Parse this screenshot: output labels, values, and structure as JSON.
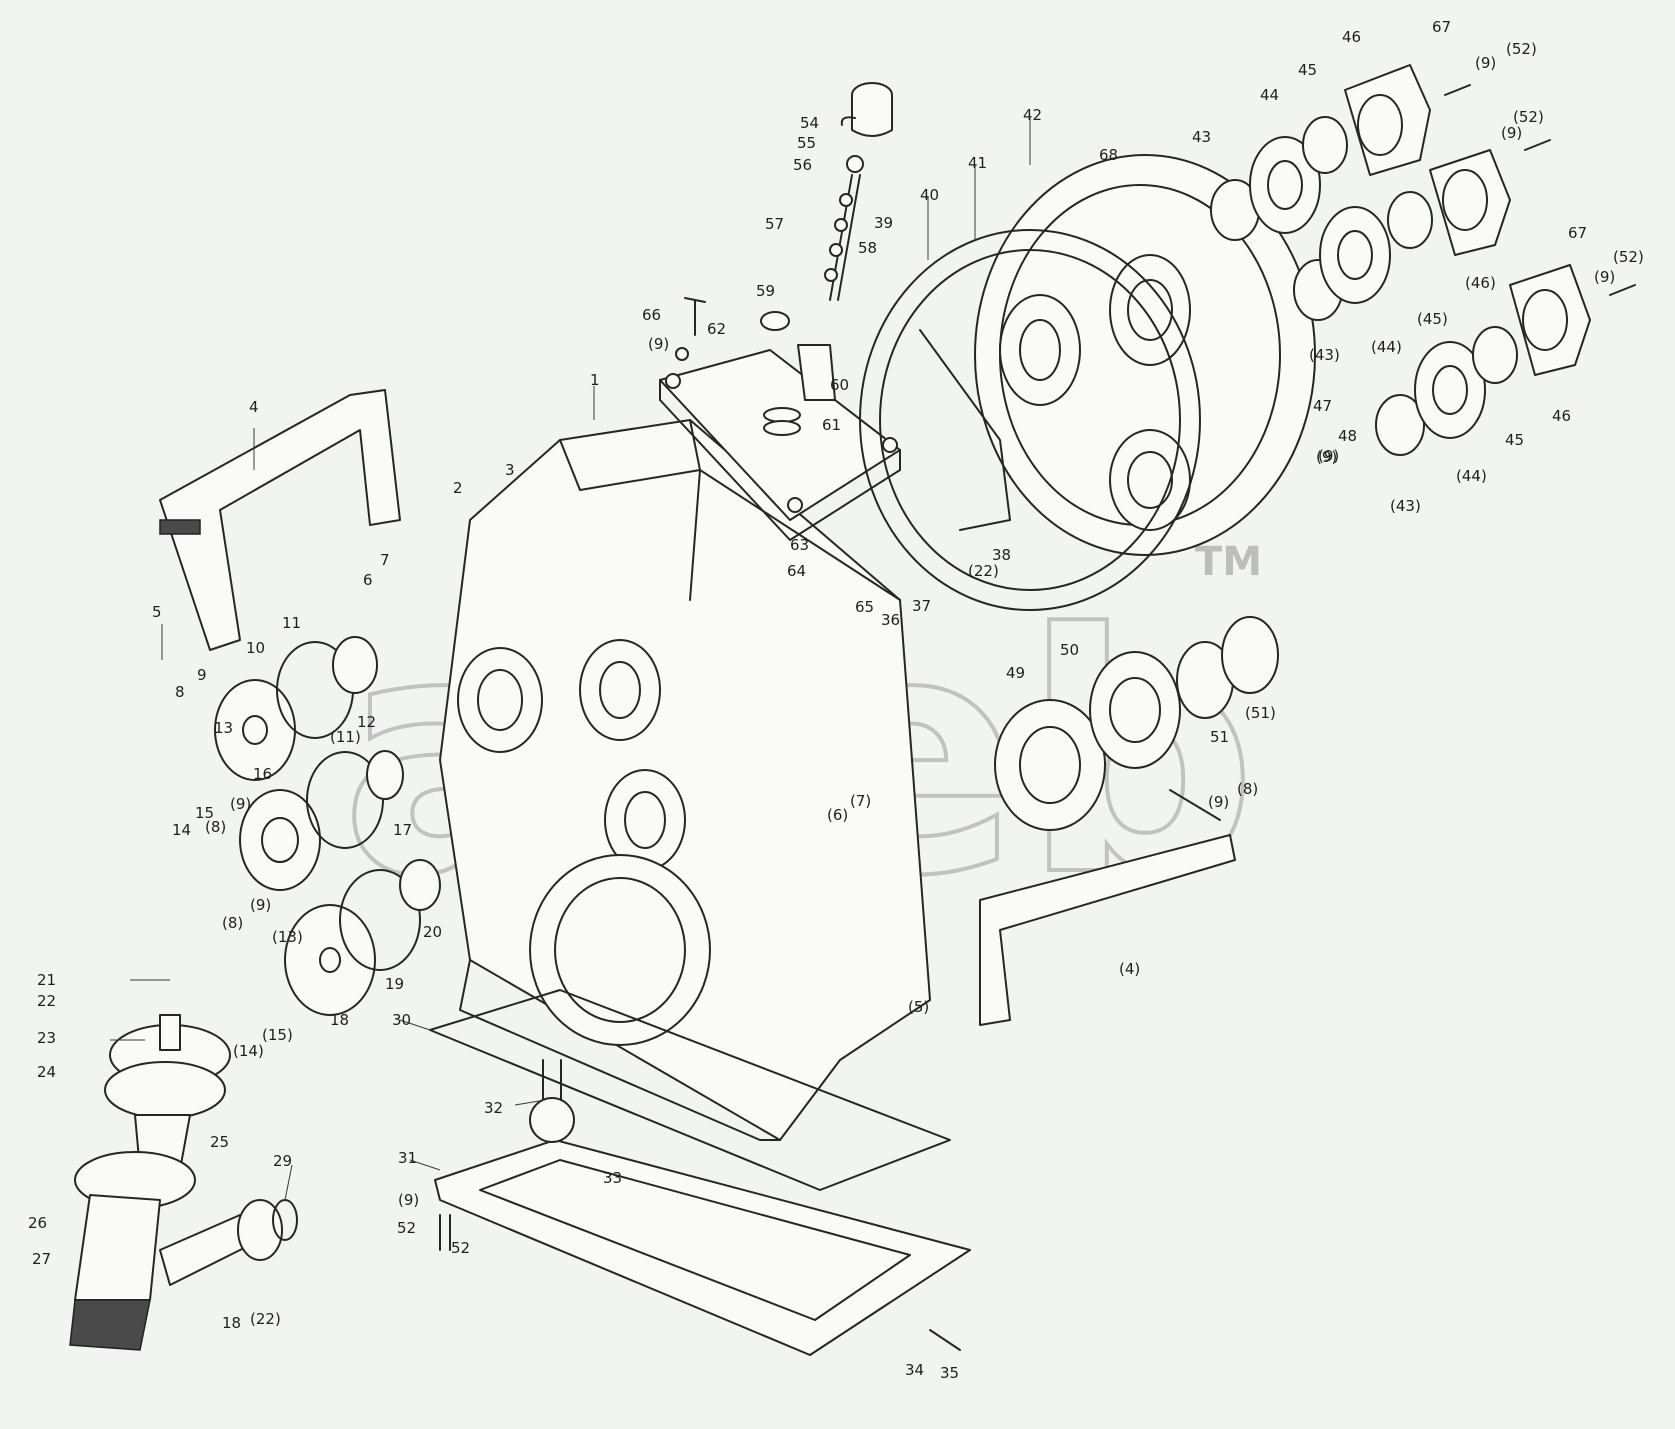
{
  "watermark": {
    "text": "aneb",
    "mark": "TM"
  },
  "part_labels": [
    {
      "id": "l-1",
      "text": "1"
    },
    {
      "id": "l-2",
      "text": "2"
    },
    {
      "id": "l-3",
      "text": "3"
    },
    {
      "id": "l-4",
      "text": "4"
    },
    {
      "id": "l-5",
      "text": "5"
    },
    {
      "id": "l-6",
      "text": "6"
    },
    {
      "id": "l-7",
      "text": "7"
    },
    {
      "id": "l-8",
      "text": "8"
    },
    {
      "id": "l-9",
      "text": "9"
    },
    {
      "id": "l-10",
      "text": "10"
    },
    {
      "id": "l-11",
      "text": "11"
    },
    {
      "id": "l-12",
      "text": "12"
    },
    {
      "id": "l-13",
      "text": "13"
    },
    {
      "id": "l-14",
      "text": "14"
    },
    {
      "id": "l-15",
      "text": "15"
    },
    {
      "id": "l-16",
      "text": "16"
    },
    {
      "id": "l-17",
      "text": "17"
    },
    {
      "id": "l-18",
      "text": "18"
    },
    {
      "id": "l-19",
      "text": "19"
    },
    {
      "id": "l-20",
      "text": "20"
    },
    {
      "id": "l-21",
      "text": "21"
    },
    {
      "id": "l-22",
      "text": "22"
    },
    {
      "id": "l-23",
      "text": "23"
    },
    {
      "id": "l-24",
      "text": "24"
    },
    {
      "id": "l-25",
      "text": "25"
    },
    {
      "id": "l-26",
      "text": "26"
    },
    {
      "id": "l-27",
      "text": "27"
    },
    {
      "id": "l-29",
      "text": "29"
    },
    {
      "id": "l-30",
      "text": "30"
    },
    {
      "id": "l-31",
      "text": "31"
    },
    {
      "id": "l-32",
      "text": "32"
    },
    {
      "id": "l-33",
      "text": "33"
    },
    {
      "id": "l-34",
      "text": "34"
    },
    {
      "id": "l-35",
      "text": "35"
    },
    {
      "id": "l-36",
      "text": "36"
    },
    {
      "id": "l-37",
      "text": "37"
    },
    {
      "id": "l-38",
      "text": "38"
    },
    {
      "id": "l-39",
      "text": "39"
    },
    {
      "id": "l-40",
      "text": "40"
    },
    {
      "id": "l-41",
      "text": "41"
    },
    {
      "id": "l-42",
      "text": "42"
    },
    {
      "id": "l-43",
      "text": "43"
    },
    {
      "id": "l-44",
      "text": "44"
    },
    {
      "id": "l-45",
      "text": "45"
    },
    {
      "id": "l-46",
      "text": "46"
    },
    {
      "id": "l-47",
      "text": "47"
    },
    {
      "id": "l-48",
      "text": "48"
    },
    {
      "id": "l-49",
      "text": "49"
    },
    {
      "id": "l-50",
      "text": "50"
    },
    {
      "id": "l-51",
      "text": "51"
    },
    {
      "id": "l-52",
      "text": "52"
    },
    {
      "id": "l-54",
      "text": "54"
    },
    {
      "id": "l-55",
      "text": "55"
    },
    {
      "id": "l-56",
      "text": "56"
    },
    {
      "id": "l-57",
      "text": "57"
    },
    {
      "id": "l-58",
      "text": "58"
    },
    {
      "id": "l-59",
      "text": "59"
    },
    {
      "id": "l-60",
      "text": "60"
    },
    {
      "id": "l-61",
      "text": "61"
    },
    {
      "id": "l-62",
      "text": "62"
    },
    {
      "id": "l-63",
      "text": "63"
    },
    {
      "id": "l-64",
      "text": "64"
    },
    {
      "id": "l-65",
      "text": "65"
    },
    {
      "id": "l-66",
      "text": "66"
    },
    {
      "id": "l-67",
      "text": "67"
    },
    {
      "id": "l-68",
      "text": "68"
    },
    {
      "id": "l-67b",
      "text": "67"
    },
    {
      "id": "l-9a",
      "text": "(9)"
    },
    {
      "id": "l-52a",
      "text": "(52)"
    },
    {
      "id": "l-9b",
      "text": "(9)"
    },
    {
      "id": "l-52b",
      "text": "(52)"
    },
    {
      "id": "l-9c",
      "text": "(9)"
    },
    {
      "id": "l-52c",
      "text": "(52)"
    },
    {
      "id": "l-46b",
      "text": "(46)"
    },
    {
      "id": "l-45b",
      "text": "(45)"
    },
    {
      "id": "l-44b",
      "text": "(44)"
    },
    {
      "id": "l-43b",
      "text": "(43)"
    },
    {
      "id": "l-43c",
      "text": "(43)"
    },
    {
      "id": "l-44c",
      "text": "(44)"
    },
    {
      "id": "l-45c",
      "text": "45"
    },
    {
      "id": "l-46c",
      "text": "46"
    },
    {
      "id": "l-9d",
      "text": "(9)"
    },
    {
      "id": "l-9e",
      "text": "(9)"
    },
    {
      "id": "l-11b",
      "text": "(11)"
    },
    {
      "id": "l-9f",
      "text": "(9)"
    },
    {
      "id": "l-8b",
      "text": "(8)"
    },
    {
      "id": "l-9g",
      "text": "(9)"
    },
    {
      "id": "l-8c",
      "text": "(8)"
    },
    {
      "id": "l-13b",
      "text": "(13)"
    },
    {
      "id": "l-14b",
      "text": "(14)"
    },
    {
      "id": "l-15b",
      "text": "(15)"
    },
    {
      "id": "l-22b",
      "text": "(22)"
    },
    {
      "id": "l-22c",
      "text": "(22)"
    },
    {
      "id": "l-6b",
      "text": "(6)"
    },
    {
      "id": "l-7b",
      "text": "(7)"
    },
    {
      "id": "l-9h",
      "text": "(9)"
    },
    {
      "id": "l-8d",
      "text": "(8)"
    },
    {
      "id": "l-51b",
      "text": "(51)"
    },
    {
      "id": "l-4b",
      "text": "(4)"
    },
    {
      "id": "l-5b",
      "text": "(5)"
    },
    {
      "id": "l-9i",
      "text": "(9)"
    },
    {
      "id": "l-9j",
      "text": "(9)"
    },
    {
      "id": "l-18b",
      "text": "18"
    },
    {
      "id": "l-52d",
      "text": "52"
    }
  ]
}
